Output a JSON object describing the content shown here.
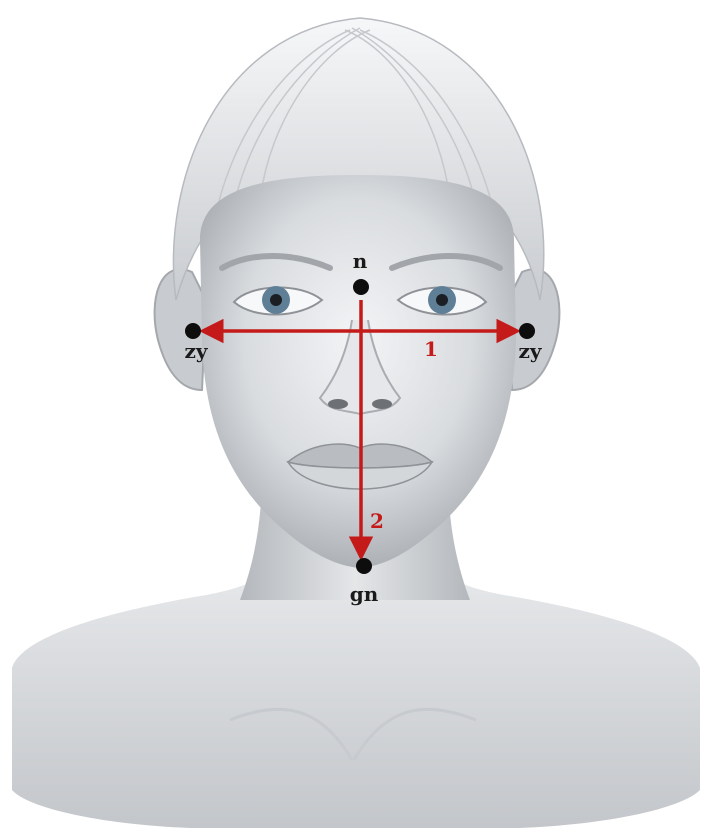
{
  "colors": {
    "measurement_line": "#c41a1a",
    "landmark_point": "#0d0d0d",
    "label_text": "#1a1a1a",
    "skin_light": "#eef0f2",
    "skin_mid": "#cfd2d6",
    "skin_dark": "#9a9ea4",
    "iris": "#5f7f96"
  },
  "landmarks": {
    "nasion": "n",
    "zygion_left": "zy",
    "zygion_right": "zy",
    "gnathion": "gn"
  },
  "measurements": {
    "bizygomatic_width": "1",
    "face_height": "2"
  }
}
